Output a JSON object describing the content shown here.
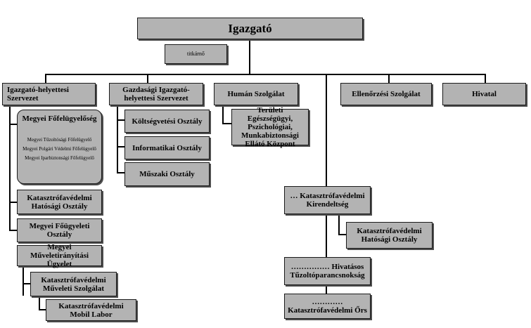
{
  "org": {
    "root": "Igazgató",
    "secretary": "titkárnő",
    "deputy": "Igazgató-helyettesi Szervezet",
    "economic": "Gazdasági Igazgató-helyettesi Szervezet",
    "human": "Humán Szolgálat",
    "control": "Ellenőrzési Szolgálat",
    "office": "Hivatal",
    "county_supervision": {
      "title": "Megyei Főfelügyelőség",
      "items": [
        "Megyei Tűzoltósági Főfelügyelő",
        "Megyei Polgári Védelmi Főfelügyelő",
        "Megyei Iparbiztonsági Főfelügyelő"
      ]
    },
    "disaster_authority": "Katasztrófavédelmi Hatósági Osztály",
    "county_duty": "Megyei Főügyeleti Osztály",
    "county_ops": "Megyei Műveletirányítási Ügyelet",
    "disaster_ops": "Katasztrófavédelmi Műveleti Szolgálat",
    "mobile_lab": "Katasztrófavédelmi Mobil Labor",
    "budget": "Költségvetési Osztály",
    "it": "Informatikai Osztály",
    "technical": "Műszaki Osztály",
    "regional_health": "Területi Egészségügyi, Pszichológiai, Munkabiztonsági Ellátó Központ",
    "branch": "… Katasztrófavédelmi Kirendeltség",
    "branch_authority": "Katasztrófavédelmi Hatósági Osztály",
    "fire_command": "…………… Hivatásos Tűzoltóparancsnokság",
    "post": "………… Katasztrófavédelmi Őrs"
  }
}
